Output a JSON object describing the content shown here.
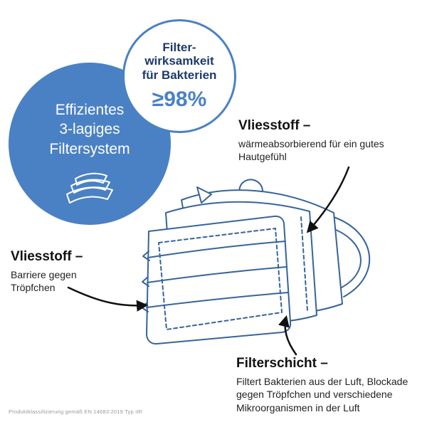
{
  "badge_circle": {
    "title_lines": [
      "Filter-",
      "wirksamkeit",
      "für Bakterien"
    ],
    "value": "≥98%"
  },
  "feature_circle": {
    "lines": [
      "Effizientes",
      "3-lagiges",
      "Filtersystem"
    ],
    "icon": "layered-mask-sheets-icon"
  },
  "callouts": {
    "top": {
      "title": "Vliesstoff –",
      "desc": "wärmeabsorbierend für ein gutes Hautgefühl"
    },
    "left": {
      "title": "Vliesstoff –",
      "desc": "Barriere gegen Tröpfchen"
    },
    "bottom": {
      "title": "Filterschicht –",
      "desc": "Filtert Bakterien aus der Luft, Blockade gegen Tröpfchen und verschiedene Mikroorganismen in der Luft"
    }
  },
  "footer": "Produktklassifizierung gemäß EN 14683:2019 Typ IIR",
  "colors": {
    "blue": "#4a81c4",
    "navy": "#1d3a6b",
    "mask_line": "#36649b",
    "arrow": "#111111"
  },
  "illustration": "three-layer-face-mask-line-drawing"
}
